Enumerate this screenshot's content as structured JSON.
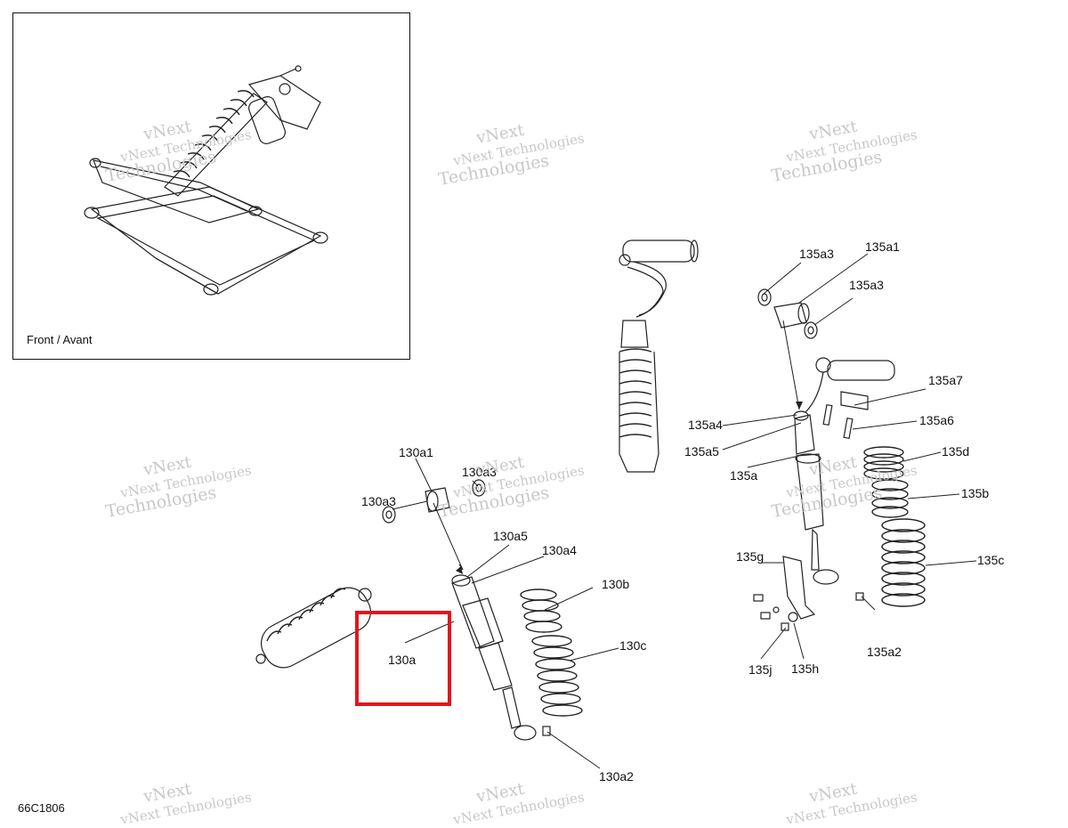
{
  "inset": {
    "caption": "Front / Avant"
  },
  "diagram_code": "66C1806",
  "watermark": {
    "line1": "vNext Technologies",
    "line2": "Technologies",
    "line0": "vNext"
  },
  "callouts": {
    "c130a1": "130a1",
    "c130a3_l": "130a3",
    "c130a3_r": "130a3",
    "c130a5": "130a5",
    "c130a4": "130a4",
    "c130b": "130b",
    "c130c": "130c",
    "c130a": "130a",
    "c130a2": "130a2",
    "c135a3_t": "135a3",
    "c135a1": "135a1",
    "c135a3_b": "135a3",
    "c135a7": "135a7",
    "c135a4": "135a4",
    "c135a6": "135a6",
    "c135a5": "135a5",
    "c135d": "135d",
    "c135a": "135a",
    "c135b": "135b",
    "c135g": "135g",
    "c135c": "135c",
    "c135a2": "135a2",
    "c135j": "135j",
    "c135h": "135h"
  },
  "highlight": {
    "color": "#e0161e"
  }
}
